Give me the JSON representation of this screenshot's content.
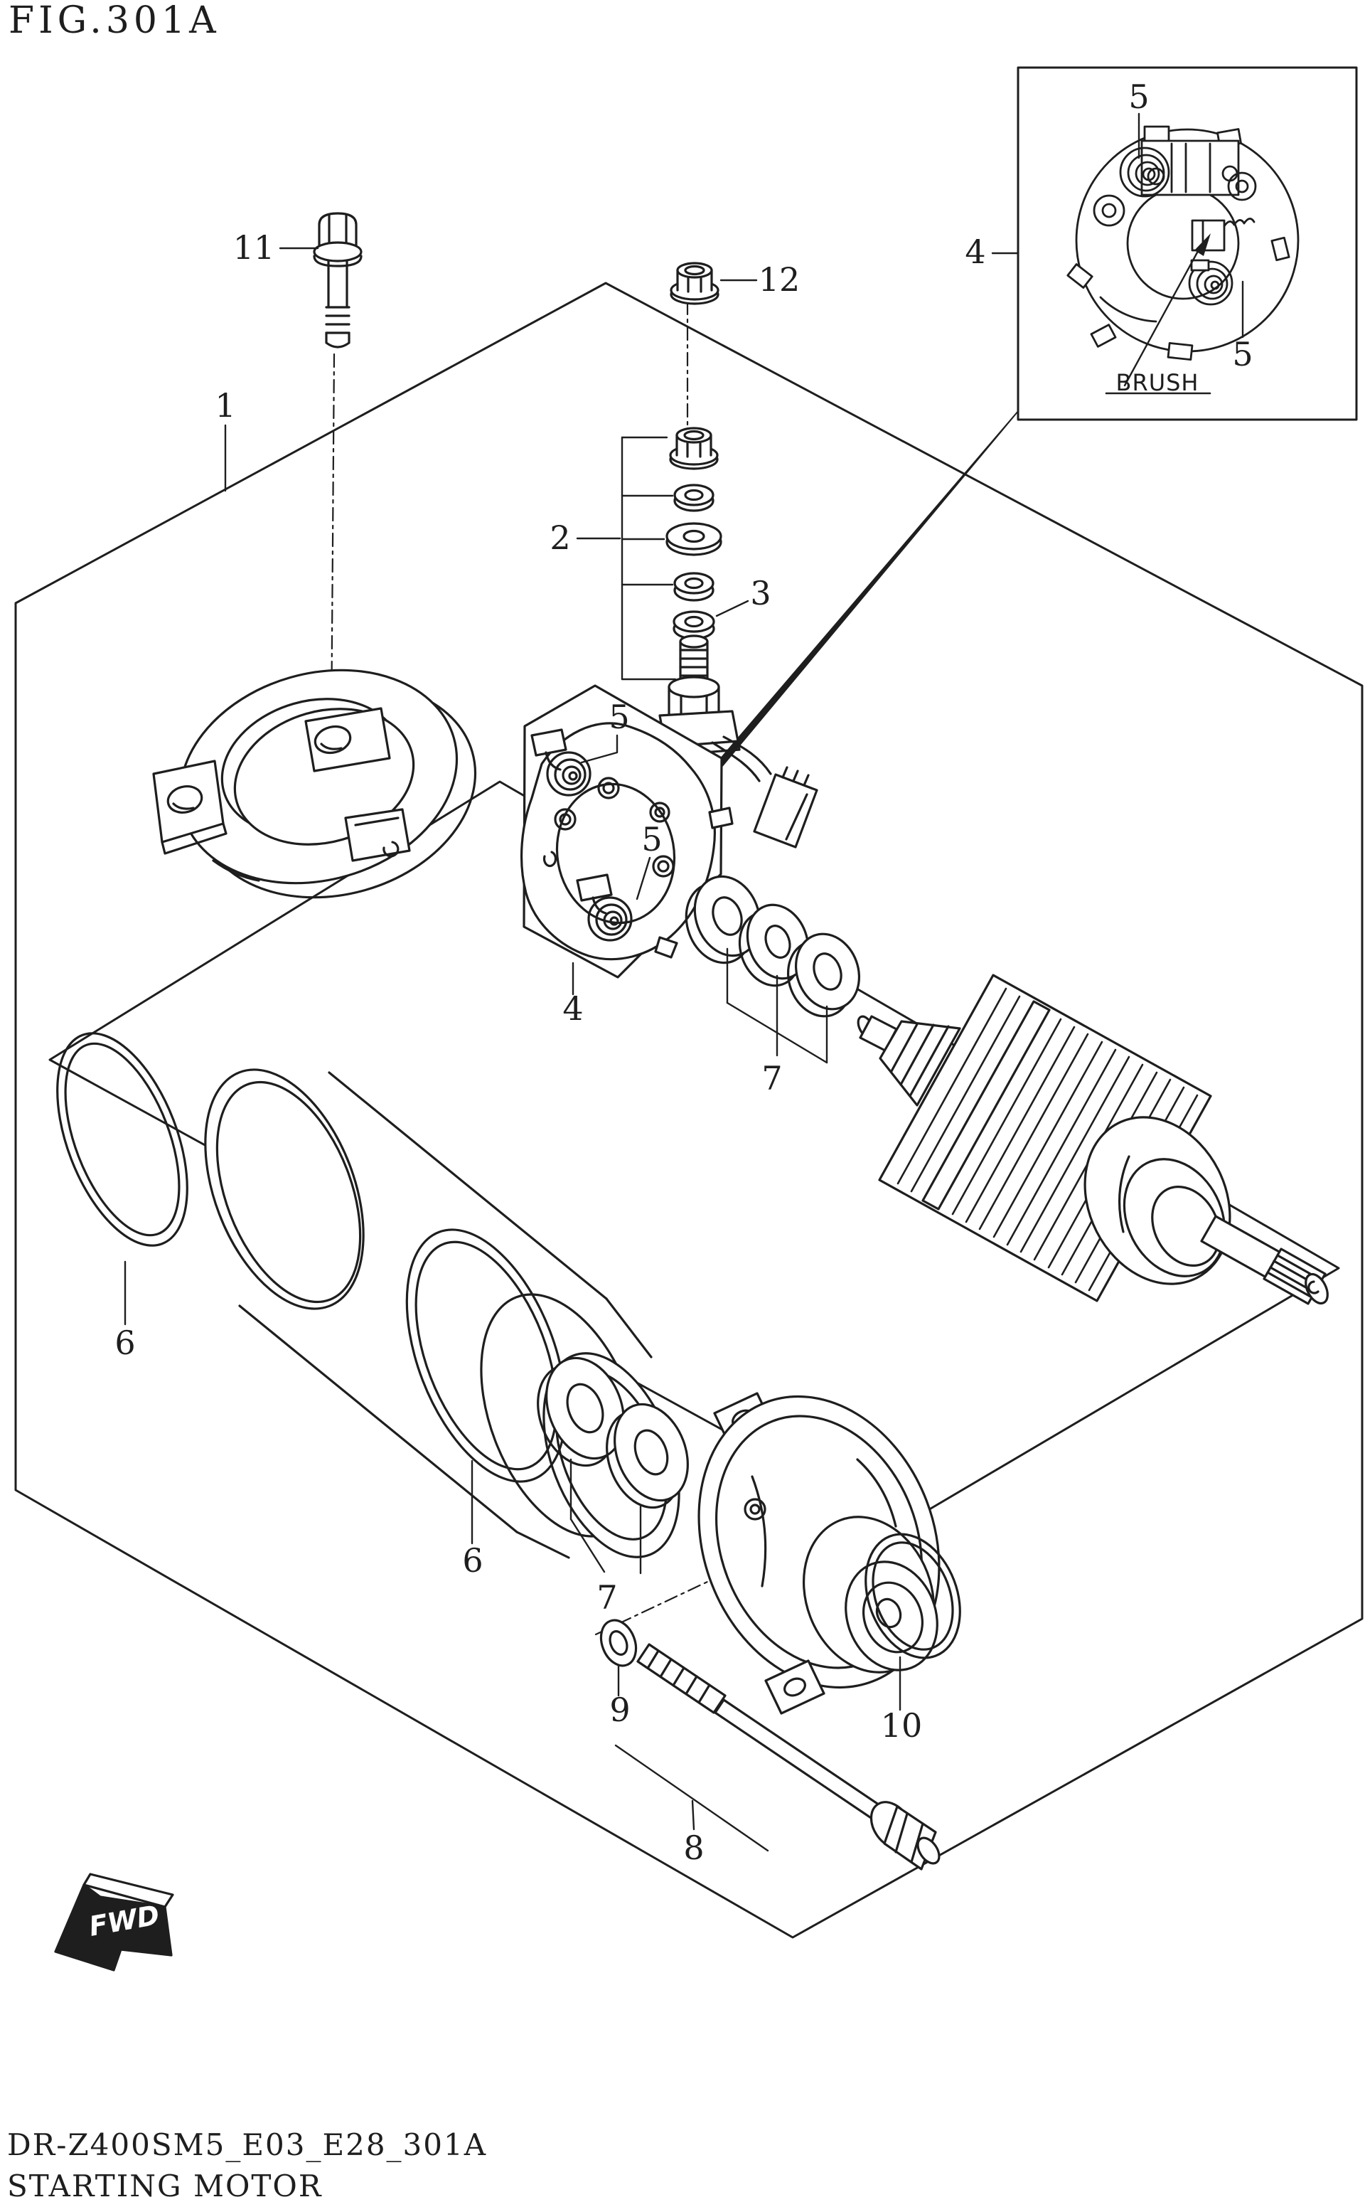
{
  "title": "FIG.301A",
  "footer": {
    "code": "DR-Z400SM5_E03_E28_301A",
    "name": "STARTING MOTOR"
  },
  "fwd_label": "FWD",
  "colors": {
    "line": "#1e1e1e",
    "background": "#ffffff"
  },
  "inset": {
    "brush_callout": "BRUSH",
    "part_ref": "4",
    "spring_top": "5",
    "spring_bottom": "5"
  },
  "labels": {
    "l1": "1",
    "l2": "2",
    "l3": "3",
    "l4": "4",
    "l5a": "5",
    "l5b": "5",
    "l6a": "6",
    "l6b": "6",
    "l7a": "7",
    "l7b": "7",
    "l8": "8",
    "l9": "9",
    "l10": "10",
    "l11": "11",
    "l12": "12"
  }
}
